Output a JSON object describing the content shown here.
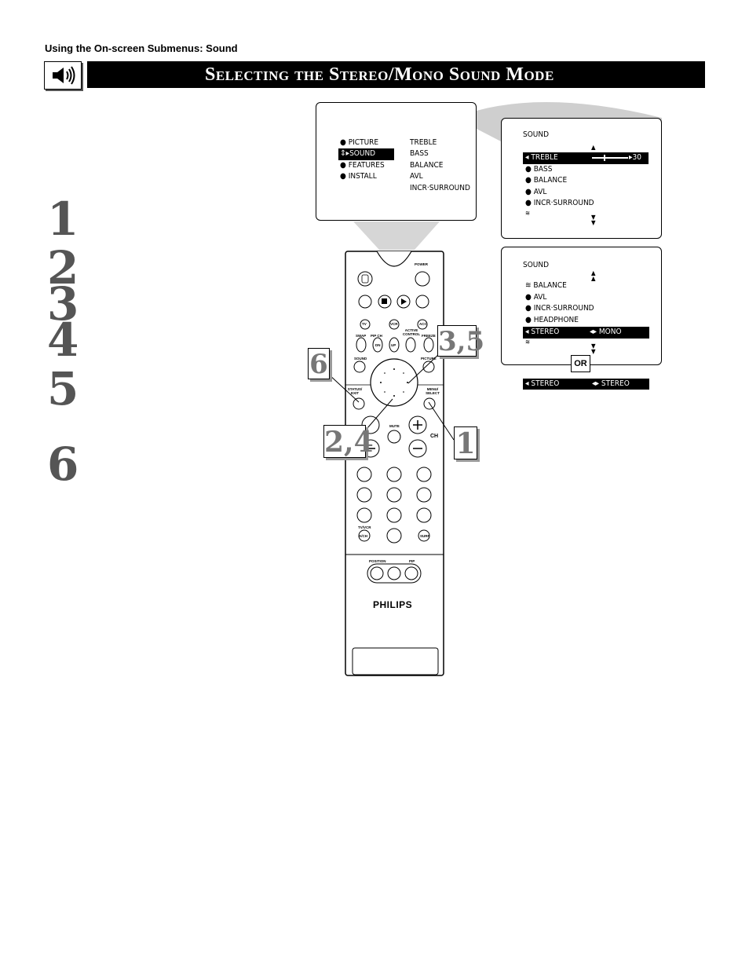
{
  "header": {
    "running_head": "Using the On-screen Submenus: Sound",
    "title": "Selecting the Stereo/Mono Sound Mode",
    "icon": "speaker-icon"
  },
  "steps": [
    "1",
    "2",
    "3",
    "4",
    "5",
    "6"
  ],
  "main_menu": {
    "left_items": [
      "PICTURE",
      "SOUND",
      "FEATURES",
      "INSTALL"
    ],
    "right_items": [
      "TREBLE",
      "BASS",
      "BALANCE",
      "AVL",
      "INCR·SURROUND"
    ],
    "selected": "SOUND"
  },
  "sound_menu_1": {
    "title": "SOUND",
    "items": [
      "TREBLE",
      "BASS",
      "BALANCE",
      "AVL",
      "INCR·SURROUND"
    ],
    "treble_value": "30"
  },
  "sound_menu_2": {
    "title": "SOUND",
    "items": [
      "BALANCE",
      "AVL",
      "INCR·SURROUND",
      "HEADPHONE"
    ],
    "selected_label": "STEREO",
    "selected_value": "MONO"
  },
  "or_label": "OR",
  "alt_bar": {
    "label": "STEREO",
    "value": "STEREO"
  },
  "callouts": {
    "a": "6",
    "b": "3,5",
    "c": "2,4",
    "d": "1"
  },
  "remote": {
    "power": "POWER",
    "tv": "TV",
    "vcr": "VCR",
    "acc": "ACC",
    "swap": "SWAP",
    "pipch": "PIP CH",
    "active_control": "ACTIVE CONTROL",
    "freeze": "FREEZE",
    "dn": "DN",
    "up": "UP",
    "sound": "SOUND",
    "picture": "PICTURE",
    "status_exit": "STATUS/ EXIT",
    "menu_select": "MENU/ SELECT",
    "mute": "MUTE",
    "ch": "CH",
    "tuner": "TV/VCR",
    "ach": "A/CH",
    "surf": "SURF",
    "position": "POSITION",
    "pip": "PIP",
    "brand": "PHILIPS"
  }
}
